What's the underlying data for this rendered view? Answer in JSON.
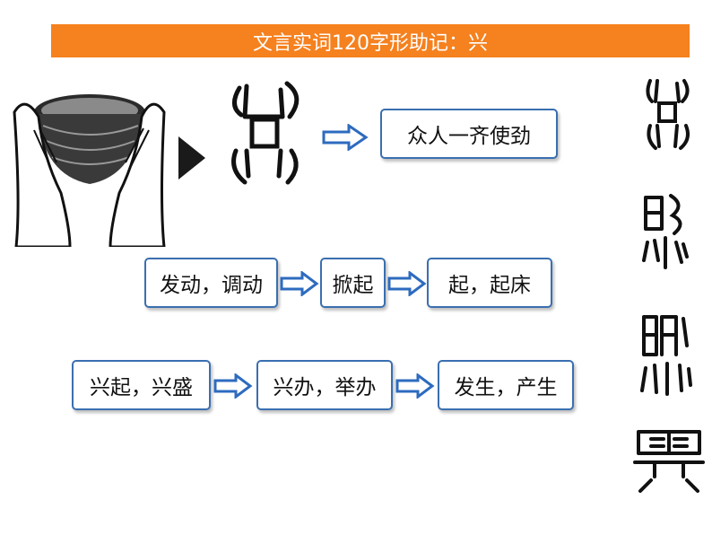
{
  "title": "文言实词120字形助记：兴",
  "row1": {
    "meaning": "众人一齐使劲"
  },
  "row2": {
    "items": [
      "发动，调动",
      "掀起",
      "起，起床"
    ]
  },
  "row3": {
    "items": [
      "兴起，兴盛",
      "兴办，举办",
      "发生，产生"
    ]
  },
  "icons": {
    "basket_photo": "hands-holding-basket-illustration",
    "ancient_glyph": "oracle-bone-xing-glyph",
    "arrow": "hollow-right-arrow-icon"
  },
  "colors": {
    "title_bg": "#f5811f",
    "box_border": "#3a6fb0",
    "arrow": "#2d6bbf"
  }
}
